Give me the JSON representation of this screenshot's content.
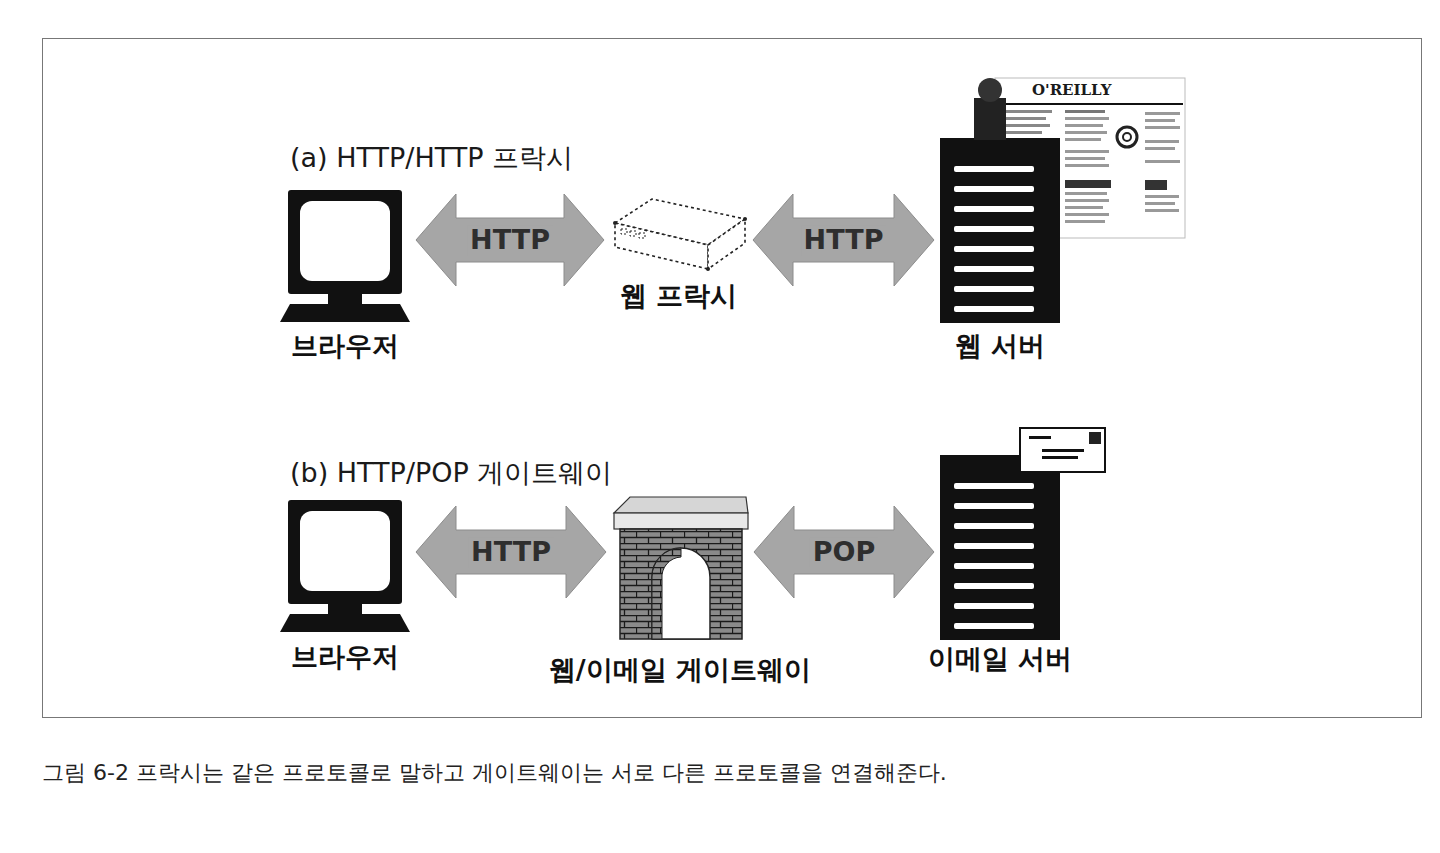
{
  "diagram": {
    "caption": "그림 6-2 프락시는 같은 프로토콜로 말하고 게이트웨이는 서로 다른 프로토콜을 연결해준다.",
    "nodes": [
      {
        "text": [
          "브라우저"
        ]
      },
      {
        "text": [
          "웹 프락시"
        ]
      },
      {
        "text": [
          "웹 서버"
        ]
      },
      {
        "text": [
          "브라우저"
        ]
      },
      {
        "text": [
          "웹/이메일 게이트웨이"
        ]
      },
      {
        "text": [
          "이메일 서버"
        ]
      }
    ],
    "edges": [
      {
        "from": 0,
        "to": 1,
        "arrow": "both",
        "label": "HTTP"
      },
      {
        "from": 1,
        "to": 2,
        "arrow": "both",
        "label": "HTTP"
      },
      {
        "from": 3,
        "to": 4,
        "arrow": "both",
        "label": "HTTP"
      },
      {
        "from": 4,
        "to": 5,
        "arrow": "both",
        "label": "POP"
      }
    ],
    "labels": [
      "(a) HTTP/HTTP 프락시",
      "(b) HTTP/POP 게이트웨이",
      "O'REILLY"
    ]
  }
}
